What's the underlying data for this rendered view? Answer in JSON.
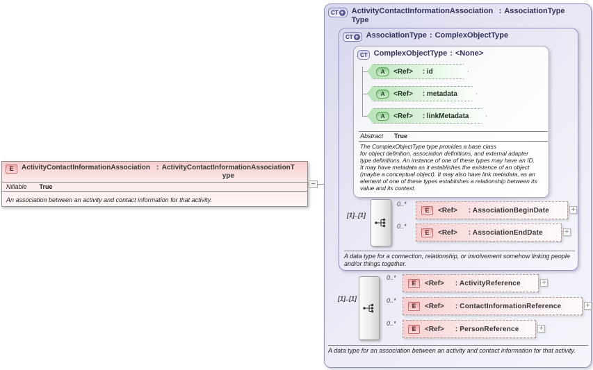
{
  "icons": {
    "plus": "+",
    "expand": "+",
    "collapse": "−"
  },
  "colors": {
    "type_box_fill": "#e2e2f4",
    "type_box_border": "#9191bf",
    "element_pink": "#f6d0d0",
    "attribute_green": "#b9e3b9",
    "badge_plus_circle": "#54548e"
  },
  "element_box": {
    "badge": "E",
    "name": "ActivityContactInformationAssociation",
    "separator": ":",
    "type": "ActivityContactInformationAssociationType",
    "property": {
      "label": "Nillable",
      "value": "True"
    },
    "description": "An association between an activity and contact information for that activity."
  },
  "outer_type_box": {
    "badge": "CT",
    "name": "ActivityContactInformationAssociationType",
    "separator": ":",
    "base": "AssociationType",
    "description": "A data type for an association between an activity and contact information for that activity."
  },
  "association_type_box": {
    "badge": "CT",
    "name": "AssociationType",
    "separator": ":",
    "base": "ComplexObjectType",
    "description": "A data type for a connection, relationship, or involvement somehow linking people and/or things together."
  },
  "complex_object_type_box": {
    "badge": "CT",
    "name": "ComplexObjectType",
    "separator": ":",
    "base": "<None>",
    "attributes": [
      {
        "badge": "A",
        "ref": "<Ref>",
        "name": ": id"
      },
      {
        "badge": "A",
        "ref": "<Ref>",
        "name": ": metadata"
      },
      {
        "badge": "A",
        "ref": "<Ref>",
        "name": ": linkMetadata"
      }
    ],
    "property": {
      "label": "Abstract",
      "value": "True"
    },
    "description_lines": [
      "The ComplexObjectType type provides a base class",
      "for object definition, association definitions, and external adapter",
      "type definitions. An instance of one of these types may have an ID.",
      "It may have metadata as it establishes the existence of an object",
      "(maybe a conceptual object). It may also have link metadata, as an",
      "element of one of these types establishes a relationship between its",
      "value and its context."
    ],
    "content_model": {
      "cardinality": "[1]..[1]",
      "elements": [
        {
          "occurrence": "0..*",
          "badge": "E",
          "ref": "<Ref>",
          "name": ": AssociationBeginDate"
        },
        {
          "occurrence": "0..*",
          "badge": "E",
          "ref": "<Ref>",
          "name": ": AssociationEndDate"
        }
      ]
    }
  },
  "extension_content_model": {
    "cardinality": "[1]..[1]",
    "elements": [
      {
        "occurrence": "0..*",
        "badge": "E",
        "ref": "<Ref>",
        "name": ": ActivityReference"
      },
      {
        "occurrence": "0..*",
        "badge": "E",
        "ref": "<Ref>",
        "name": ": ContactInformationReference"
      },
      {
        "occurrence": "0..*",
        "badge": "E",
        "ref": "<Ref>",
        "name": ": PersonReference"
      }
    ]
  }
}
